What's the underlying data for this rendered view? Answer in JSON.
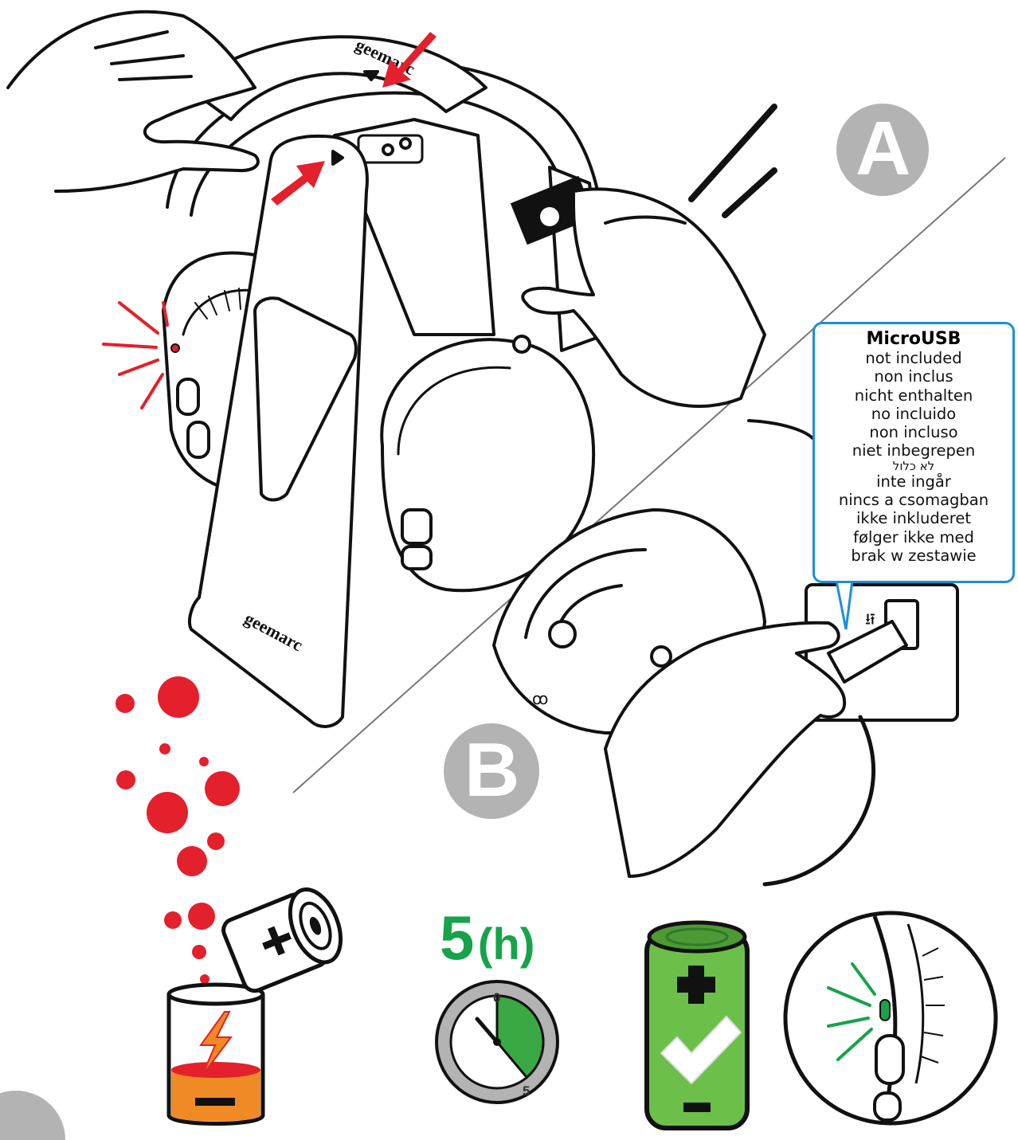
{
  "steps": {
    "a": "A",
    "b": "B"
  },
  "brand": "geemarc",
  "callout": {
    "title": "MicroUSB",
    "lines": [
      "not included",
      "non inclus",
      "nicht enthalten",
      "no incluido",
      "non incluso",
      "niet inbegrepen",
      "לא כלול",
      "inte ingår",
      "nincs a csomagban",
      "ikke inkluderet",
      "følger ikke med",
      "brak w zestawie"
    ]
  },
  "charge_time": {
    "value": "5",
    "unit": "(h)"
  },
  "timer": {
    "start_label": "0",
    "end_label": "5",
    "charged_hours": 5,
    "total_hours": 5
  },
  "colors": {
    "accent_red": "#e3202b",
    "charge_green": "#17a34a",
    "battery_green": "#6cc04a",
    "battery_orange": "#f08a24",
    "callout_blue": "#1d8fd6",
    "step_gray": "#b3b3b3"
  },
  "icons": {
    "low_battery": "battery-low-icon",
    "full_battery": "battery-full-icon",
    "timer": "timer-icon",
    "check": "check-icon",
    "led_red": "led-red-icon",
    "led_green": "led-green-icon"
  }
}
